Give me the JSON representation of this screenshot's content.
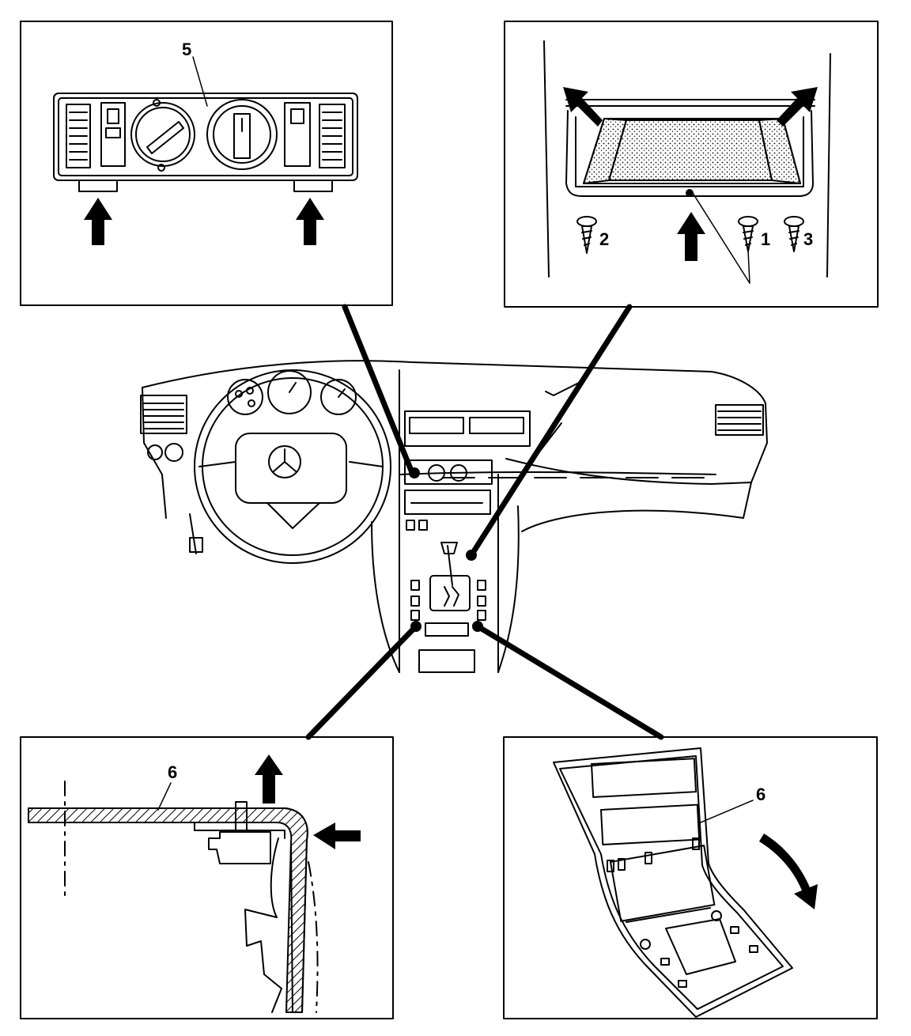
{
  "labels": {
    "label_5": "5",
    "label_1": "1",
    "label_2": "2",
    "label_3": "3",
    "label_6_section": "6",
    "label_6_console": "6"
  }
}
